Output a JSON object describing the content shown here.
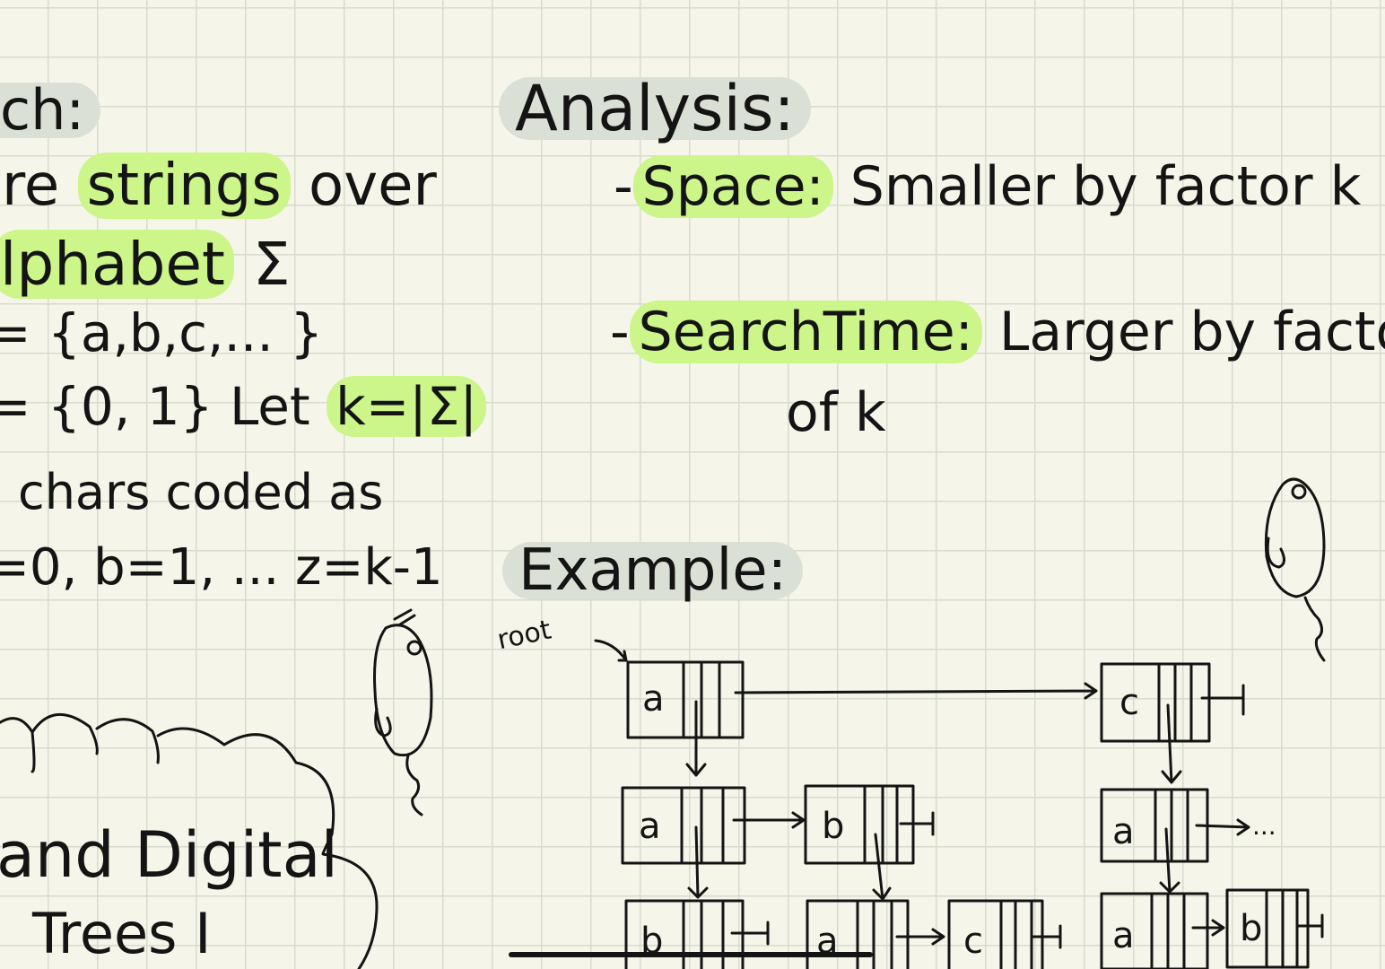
{
  "left_notes": {
    "heading": "ch:",
    "line1_prefix": "re",
    "line1_highlight": "strings",
    "line1_suffix": "over",
    "line2_highlight": "lphabet",
    "line2_suffix": "Σ",
    "line3": "= {a,b,c,... }",
    "line4_prefix": "= {0, 1}  Let",
    "line4_highlight": "k=|Σ|",
    "line5": "chars coded as",
    "line6": "=0, b=1, ... z=k-1",
    "cloud_line1": "and Digital",
    "cloud_line2": "Trees  I"
  },
  "analysis": {
    "heading": "Analysis:",
    "space_label": "Space:",
    "space_text": "Smaller by factor k",
    "search_label": "SearchTime:",
    "search_text": "Larger by factor",
    "search_text2": "of k"
  },
  "example": {
    "heading": "Example:",
    "root_label": "root",
    "nodes": [
      "a",
      "c",
      "a",
      "b",
      "a",
      "b",
      "a",
      "c",
      "a",
      "b"
    ],
    "ellipsis": "..."
  },
  "colors": {
    "highlight_green": "#ccf58a",
    "highlight_gray": "#dbe0d6",
    "ink": "#141414",
    "paper": "#f6f5e9"
  }
}
